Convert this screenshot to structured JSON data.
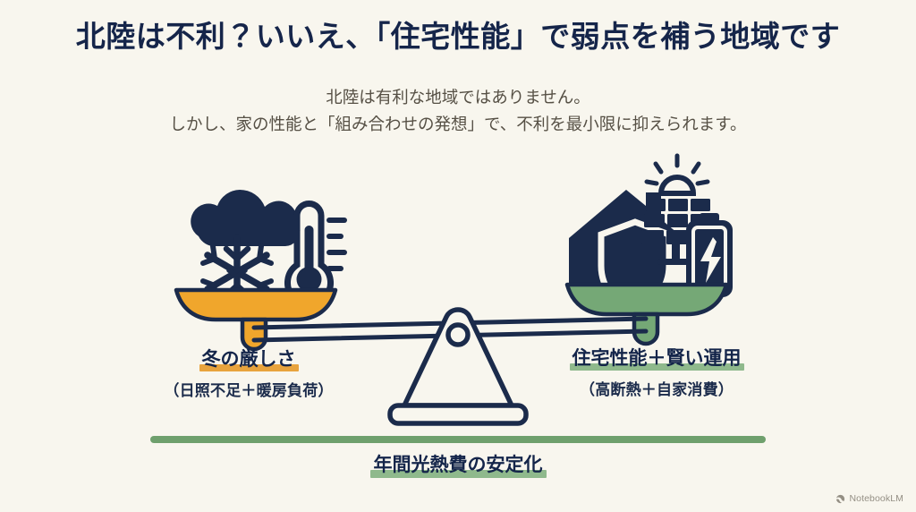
{
  "slide": {
    "background_color": "#F8F6EE",
    "title": "北陸は不利？いいえ、「住宅性能」で弱点を補う地域です",
    "subtitle_line1": "北陸は有利な地域ではありません。",
    "subtitle_line2": "しかし、家の性能と「組み合わせの発想」で、不利を最小限に抑えられます。"
  },
  "balance": {
    "left": {
      "label_main": "冬の厳しさ",
      "label_sub": "（日照不足＋暖房負荷）",
      "highlight_color": "#E8A33D",
      "pan_color": "#F0A62C",
      "icons": [
        "cloud-icon",
        "snowflake-icon",
        "thermometer-icon"
      ]
    },
    "right": {
      "label_main": "住宅性能＋賢い運用",
      "label_sub": "（高断熱＋自家消費）",
      "highlight_color": "#8FB98C",
      "pan_color": "#75A876",
      "icons": [
        "house-icon",
        "shield-icon",
        "solar-panel-icon",
        "battery-icon"
      ]
    },
    "stroke_color": "#1B2B4B"
  },
  "footer": {
    "bar_color": "#6FA06D",
    "caption": "年間光熱費の安定化",
    "caption_highlight_color": "#8FB98C"
  },
  "watermark": {
    "label": "NotebookLM",
    "icon": "notebooklm-logo-icon"
  }
}
